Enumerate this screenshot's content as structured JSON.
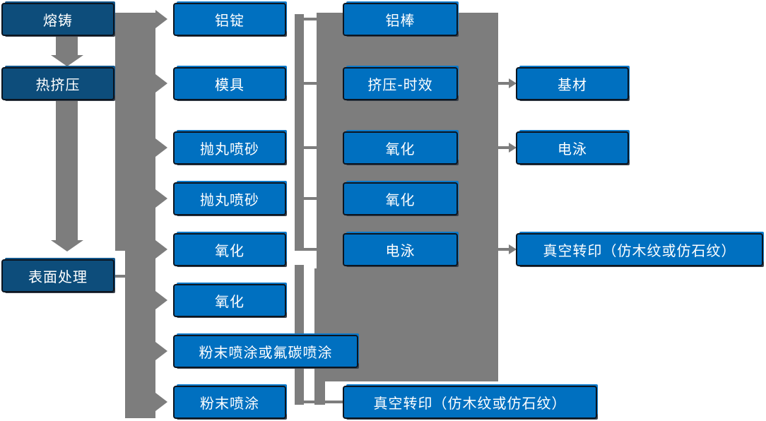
{
  "diagram": {
    "type": "flowchart",
    "columns": [
      {
        "name": "left-process-stages",
        "nodes": [
          "熔铸",
          "热挤压",
          "表面处理"
        ]
      },
      {
        "name": "second-stage",
        "nodes": [
          "铝锭",
          "模具",
          "抛丸喷砂",
          "抛丸喷砂",
          "氧化",
          "氧化",
          "粉末喷涂或氟碳喷涂",
          "粉末喷涂"
        ]
      },
      {
        "name": "third-stage",
        "nodes": [
          "铝棒",
          "挤压-时效",
          "氧化",
          "氧化",
          "电泳",
          "真空转印（仿木纹或仿石纹）"
        ]
      },
      {
        "name": "fourth-stage",
        "nodes": [
          "基材",
          "电泳",
          "真空转印（仿木纹或仿石纹）"
        ]
      }
    ],
    "colors": {
      "node_blue": "#0070c0",
      "node_dark_blue": "#0d4d7b",
      "connector_gray": "#7d7d7d",
      "node_border": "#0c1520",
      "text": "#ffffff",
      "background": "#ffffff"
    }
  }
}
